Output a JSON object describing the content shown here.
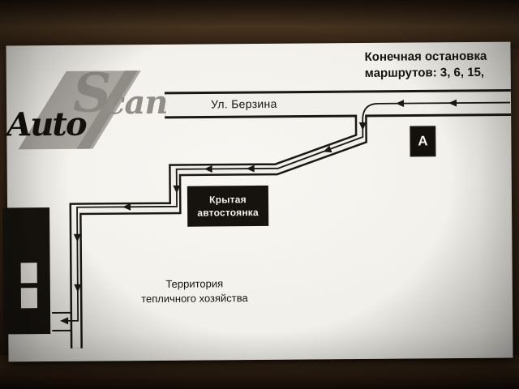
{
  "photo": {
    "description": "photo of a printed directions card on a dark wooden table"
  },
  "logo": {
    "auto": "Auto",
    "s": "S",
    "can": "can"
  },
  "header": {
    "line1": "Конечная остановка",
    "line2": "маршрутов: 3, 6, 15,"
  },
  "map": {
    "street_label": "Ул. Берзина",
    "stop_marker": "А",
    "parking": {
      "line1": "Крытая",
      "line2": "автостоянка"
    },
    "territory": {
      "line1": "Территория",
      "line2": "тепличного хозяйства"
    }
  },
  "colors": {
    "road_line": "#1b1813",
    "paper": "#f0eee8",
    "box_black": "#16130f",
    "logo_gray": "#a9a6a0",
    "table_brown": "#3a2819"
  }
}
